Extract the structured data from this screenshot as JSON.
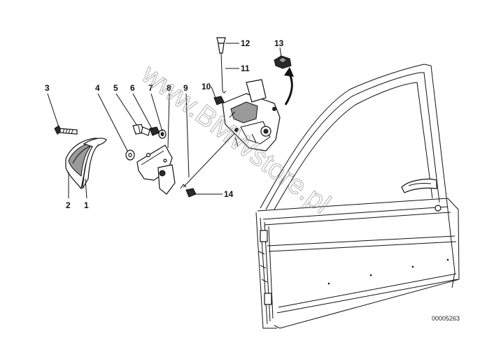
{
  "diagram": {
    "callouts": {
      "n1": "1",
      "n2": "2",
      "n3": "3",
      "n4": "4",
      "n5": "5",
      "n6": "6",
      "n7": "7",
      "n8": "8",
      "n9": "9",
      "n10": "10",
      "n11": "11",
      "n12": "12",
      "n13": "13",
      "n14": "14"
    },
    "watermark": "www.BMWstore.pl",
    "diagram_code": "00005263"
  }
}
